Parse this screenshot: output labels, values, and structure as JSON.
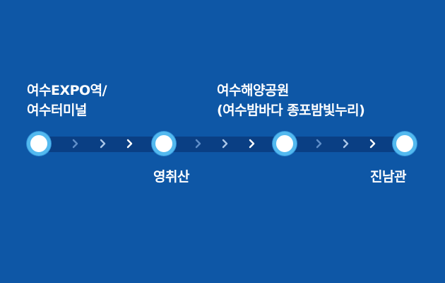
{
  "stations": {
    "top_1": {
      "line1": "여수EXPO역/",
      "line2": "여수터미널"
    },
    "top_2": {
      "line1": "여수해양공원",
      "line2": "(여수밤바다 종포밤빛누리)"
    },
    "bottom_1": {
      "label": "영취산"
    },
    "bottom_2": {
      "label": "진남관"
    }
  },
  "colors": {
    "background": "#0e57a6",
    "track": "#0a3f84",
    "node_ring": "#53b9ef",
    "node_fill": "#ffffff",
    "arrow_dim": "#5f8ec8",
    "arrow_mid": "#a9c6e8",
    "arrow_bright": "#ffffff"
  },
  "icons": {
    "node": "circle-node-icon",
    "arrow": "chevron-right-icon"
  }
}
